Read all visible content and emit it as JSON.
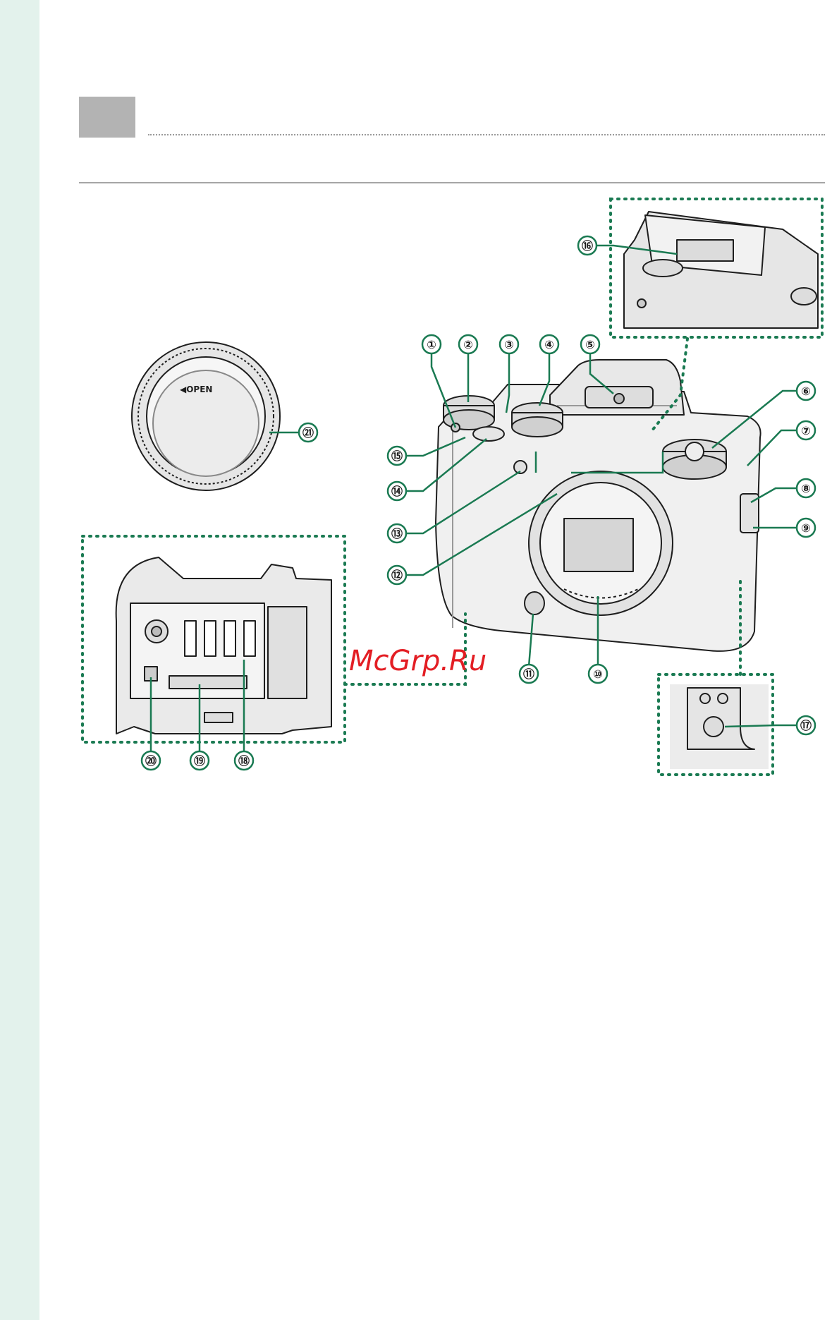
{
  "page": {
    "chapter_box_color": "#b3b3b3",
    "sidebar_color": "#e3f2ec",
    "callout_color": "#1a7a52"
  },
  "figure": {
    "body_cap_text": "◀OPEN",
    "watermark": "McGrp.Ru",
    "callouts": [
      {
        "n": 1,
        "label": "①"
      },
      {
        "n": 2,
        "label": "②"
      },
      {
        "n": 3,
        "label": "③"
      },
      {
        "n": 4,
        "label": "④"
      },
      {
        "n": 5,
        "label": "⑤"
      },
      {
        "n": 6,
        "label": "⑥"
      },
      {
        "n": 7,
        "label": "⑦"
      },
      {
        "n": 8,
        "label": "⑧"
      },
      {
        "n": 9,
        "label": "⑨"
      },
      {
        "n": 10,
        "label": "⑩"
      },
      {
        "n": 11,
        "label": "⑪"
      },
      {
        "n": 12,
        "label": "⑫"
      },
      {
        "n": 13,
        "label": "⑬"
      },
      {
        "n": 14,
        "label": "⑭"
      },
      {
        "n": 15,
        "label": "⑮"
      },
      {
        "n": 16,
        "label": "⑯"
      },
      {
        "n": 17,
        "label": "⑰"
      },
      {
        "n": 18,
        "label": "⑱"
      },
      {
        "n": 19,
        "label": "⑲"
      },
      {
        "n": 20,
        "label": "⑳"
      },
      {
        "n": 21,
        "label": "㉑"
      }
    ]
  }
}
